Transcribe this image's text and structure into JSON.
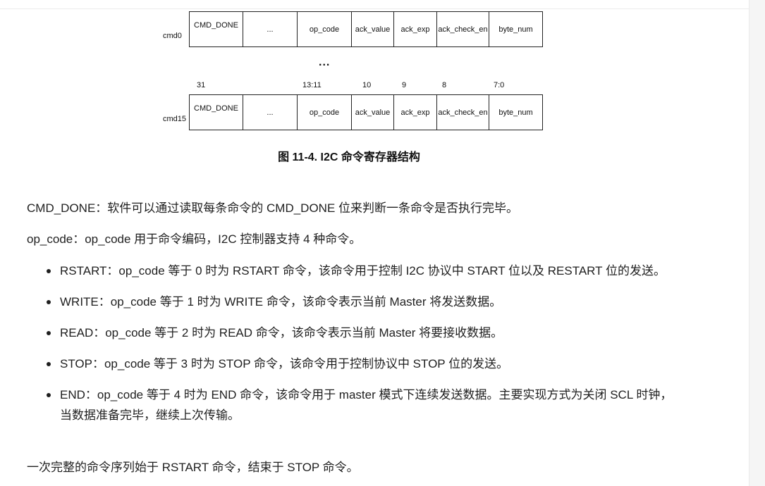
{
  "diagram": {
    "rows": [
      {
        "label": "cmd0",
        "fields": [
          "CMD_DONE",
          "...",
          "op_code",
          "ack_value",
          "ack_exp",
          "ack_check_en",
          "byte_num"
        ]
      },
      {
        "label": "cmd15",
        "fields": [
          "CMD_DONE",
          "...",
          "op_code",
          "ack_value",
          "ack_exp",
          "ack_check_en",
          "byte_num"
        ]
      }
    ],
    "ellipsis": "...",
    "bit_positions": [
      "31",
      "13:11",
      "10",
      "9",
      "8",
      "7:0"
    ],
    "caption": "图 11-4. I2C 命令寄存器结构"
  },
  "paragraphs": {
    "cmd_done": "CMD_DONE：软件可以通过读取每条命令的 CMD_DONE 位来判断一条命令是否执行完毕。",
    "op_code": "op_code：op_code 用于命令编码，I2C 控制器支持 4 种命令。",
    "summary": "一次完整的命令序列始于 RSTART 命令，结束于 STOP 命令。"
  },
  "bullets": [
    "RSTART：op_code 等于 0 时为 RSTART 命令，该命令用于控制 I2C 协议中 START 位以及 RESTART 位的发送。",
    "WRITE：op_code 等于 1 时为 WRITE 命令，该命令表示当前 Master 将发送数据。",
    "READ：op_code 等于 2 时为 READ 命令，该命令表示当前 Master 将要接收数据。",
    "STOP：op_code 等于 3 时为 STOP 命令，该命令用于控制协议中 STOP 位的发送。",
    "END：op_code 等于 4 时为 END 命令，该命令用于 master 模式下连续发送数据。主要实现方式为关闭 SCL 时钟，当数据准备完毕，继续上次传输。"
  ]
}
